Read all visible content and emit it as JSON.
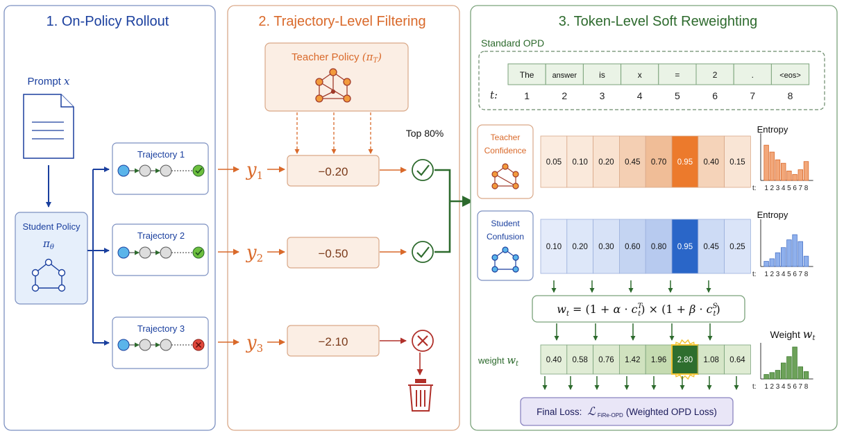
{
  "panel1": {
    "title": "1. On-Policy Rollout",
    "prompt_label": "Prompt",
    "prompt_var": "x",
    "student_label": "Student Policy",
    "student_symbol": "π",
    "student_sub": "θ",
    "trajectories": [
      "Trajectory 1",
      "Trajectory 2",
      "Trajectory 3"
    ]
  },
  "panel2": {
    "title": "2. Trajectory-Level Filtering",
    "teacher_label": "Teacher Policy",
    "teacher_symbol": "(π",
    "teacher_sub": "T",
    "teacher_close": ")",
    "top_label": "Top 80%",
    "y_labels": [
      "y",
      "y",
      "y"
    ],
    "y_subs": [
      "1",
      "2",
      "3"
    ],
    "scores": [
      "−0.20",
      "−0.50",
      "−2.10"
    ]
  },
  "panel3": {
    "title": "3. Token-Level Soft Reweighting",
    "standard_label": "Standard OPD",
    "tokens": [
      "The",
      "answer",
      "is",
      "x",
      "=",
      "2",
      ".",
      "<eos>"
    ],
    "t_label": "t:",
    "positions": [
      "1",
      "2",
      "3",
      "4",
      "5",
      "6",
      "7",
      "8"
    ],
    "teacher_conf_label": [
      "Teacher",
      "Confidence"
    ],
    "teacher_conf": [
      "0.05",
      "0.10",
      "0.20",
      "0.45",
      "0.70",
      "0.95",
      "0.40",
      "0.15"
    ],
    "student_conf_label": [
      "Student",
      "Confusion"
    ],
    "student_conf": [
      "0.10",
      "0.20",
      "0.30",
      "0.60",
      "0.80",
      "0.95",
      "0.45",
      "0.25"
    ],
    "entropy_label": "Entropy",
    "mini_axis_label": "t:",
    "mini_ticks": [
      "1",
      "2",
      "3",
      "4",
      "5",
      "6",
      "7",
      "8"
    ],
    "formula": "w_t = (1 + α · c_t^T) × (1 + β · c_t^S)",
    "weight_row_label": "weight",
    "weight_row_var": "w",
    "weight_row_sub": "t",
    "weights": [
      "0.40",
      "0.58",
      "0.76",
      "1.42",
      "1.96",
      "2.80",
      "1.08",
      "0.64"
    ],
    "weight_chart_label": "Weight",
    "weight_chart_var": "w",
    "weight_chart_sub": "t",
    "final_loss_prefix": "Final Loss:",
    "final_loss_symbol": "ℒ",
    "final_loss_sub": "FiRe-OPD",
    "final_loss_suffix": "(Weighted OPD Loss)"
  },
  "colors": {
    "blue": "#1a3f9e",
    "orange": "#d9692a",
    "green": "#2d6a2d",
    "red": "#b0302a",
    "light_blue": "#e6effb",
    "light_orange": "#fbeee4"
  },
  "mini_charts": {
    "teacher_entropy": [
      0.82,
      0.66,
      0.48,
      0.4,
      0.22,
      0.14,
      0.25,
      0.44
    ],
    "student_entropy": [
      0.12,
      0.18,
      0.32,
      0.44,
      0.62,
      0.74,
      0.58,
      0.24
    ],
    "weight": [
      0.14,
      0.2,
      0.27,
      0.5,
      0.7,
      1.0,
      0.38,
      0.23
    ]
  }
}
